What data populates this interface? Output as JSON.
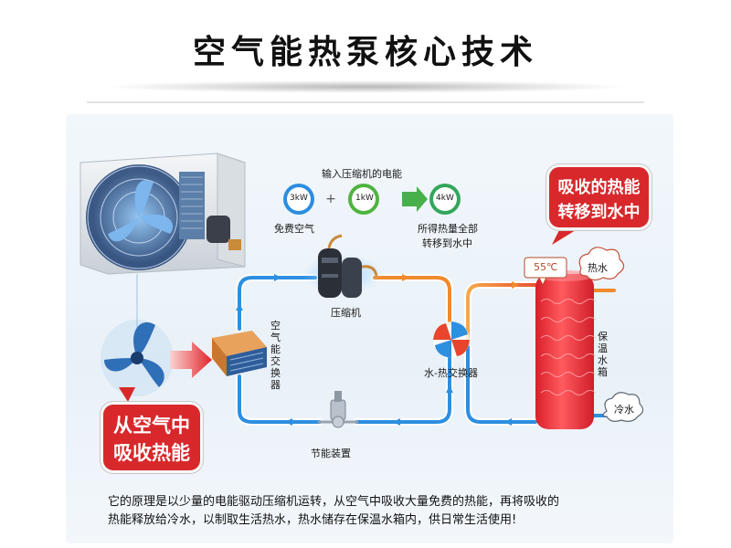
{
  "title": "空气能热泵核心技术",
  "inputs": {
    "heading": "输入压缩机的电能",
    "free_air_value": "3kW",
    "free_air_label": "免费空气",
    "electric_value": "1kW",
    "output_value": "4kW",
    "output_label_line1": "所得热量全部",
    "output_label_line2": "转移到水中"
  },
  "labels": {
    "compressor": "压缩机",
    "air_exchanger": "空气能交换器",
    "water_exchanger": "水-热交换器",
    "storage_tank": "保温水箱",
    "saving_device": "节能装置",
    "hot_water": "热水",
    "cold_water": "冷水",
    "temperature": "55℃"
  },
  "callouts": {
    "absorb_line1": "从空气中",
    "absorb_line2": "吸收热能",
    "transfer_line1": "吸收的热能",
    "transfer_line2": "转移到水中"
  },
  "description": {
    "line1": "它的原理是以少量的电能驱动压缩机运转，从空气中吸收大量免费的热能，再将吸收的",
    "line2": "热能释放给冷水，以制取生活热水，热水储存在保温水箱内，供日常生活使用!"
  },
  "colors": {
    "callout_red": "#d8282b",
    "pipe_blue": "#2d8fe0",
    "hot_orange": "#f08a2d",
    "tank_red": "#f0373e"
  }
}
